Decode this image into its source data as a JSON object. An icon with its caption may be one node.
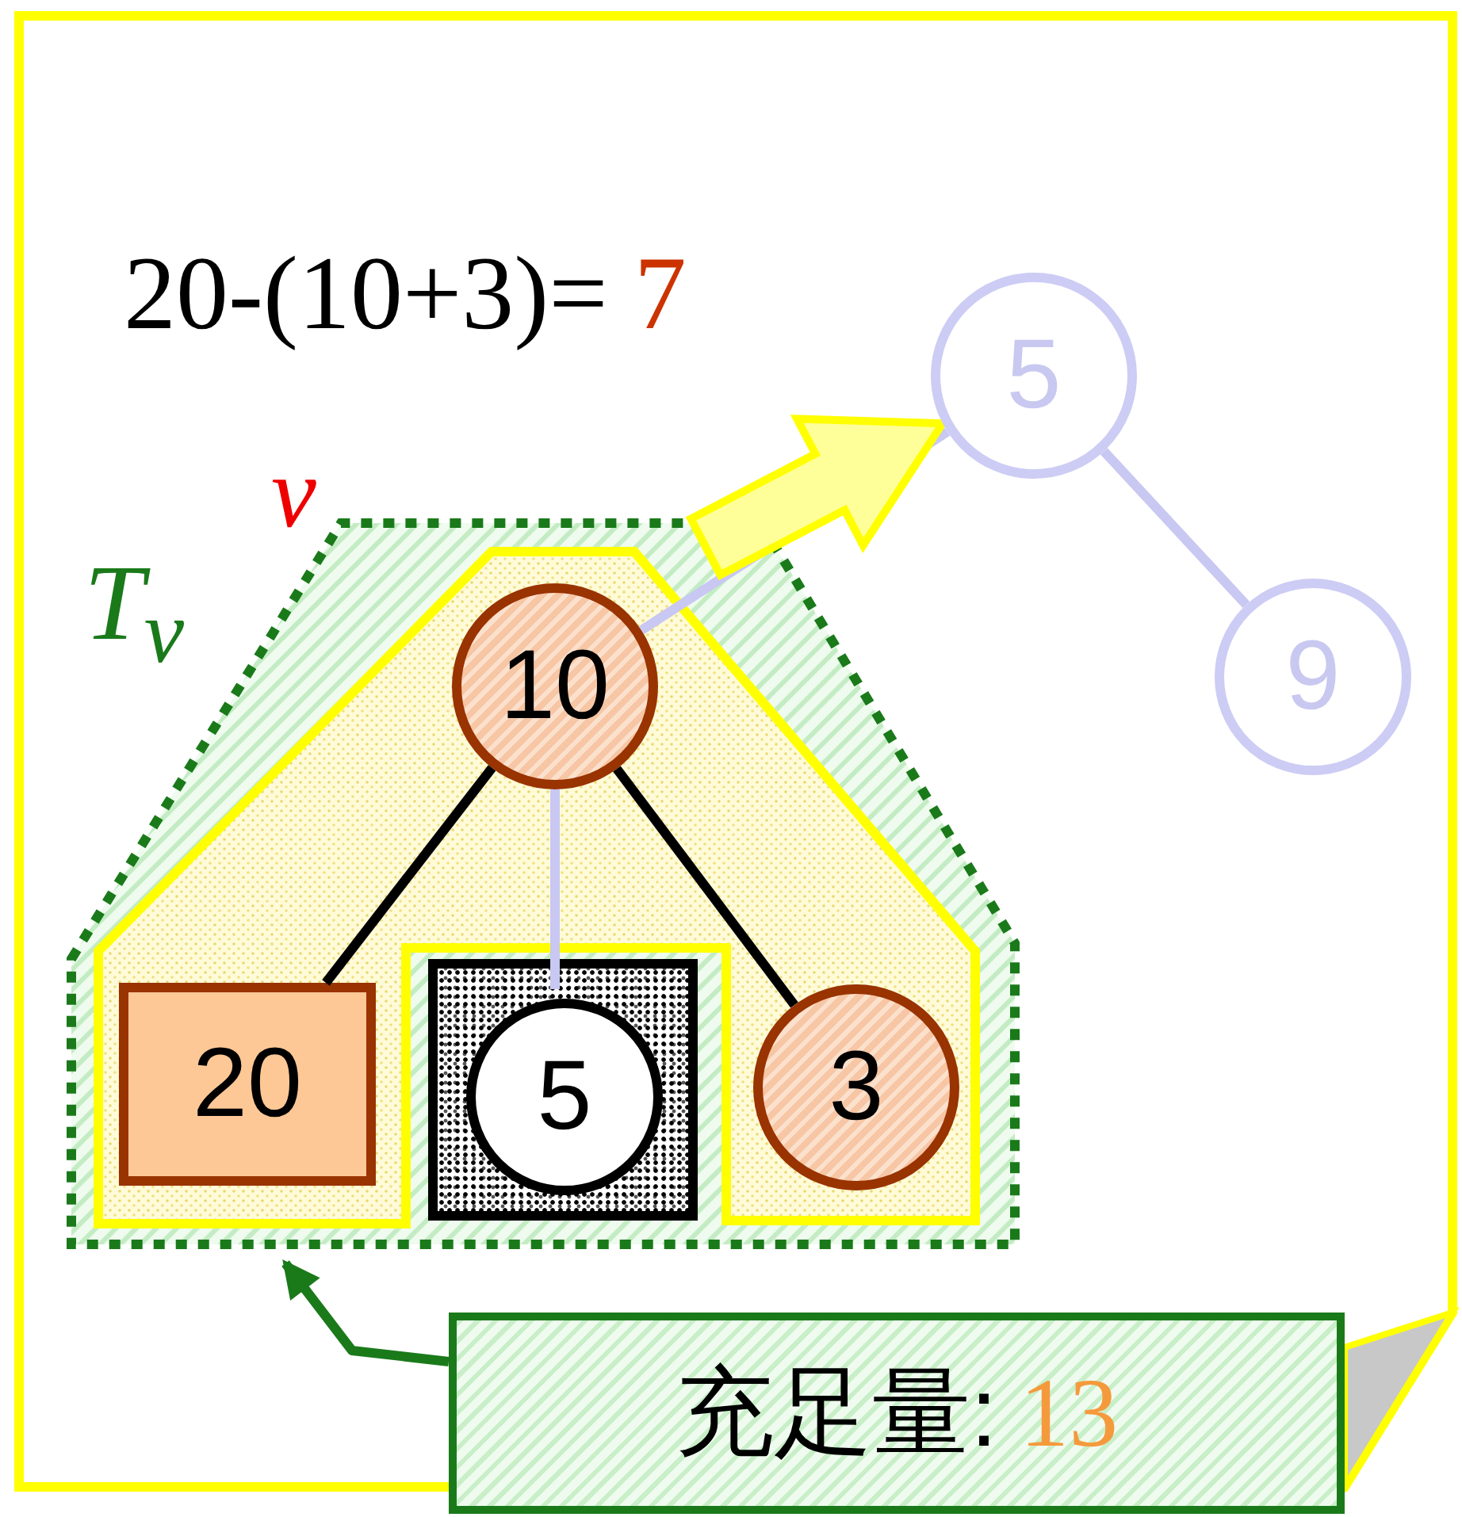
{
  "diagram": {
    "nodes": [
      {
        "text": [
          "T$_{v}$"
        ]
      },
      {
        "text": [],
        "shape": "box",
        "in": 0
      },
      {
        "text": [
          "10"
        ],
        "beside": [
          "v"
        ],
        "in": 1
      },
      {
        "text": [
          "20"
        ],
        "in": 1
      },
      {
        "text": [],
        "shape": "box",
        "in": 0
      },
      {
        "text": [
          "5"
        ],
        "in": 4
      },
      {
        "text": [
          "3"
        ],
        "in": 1
      },
      {
        "text": [
          "5"
        ]
      },
      {
        "text": [
          "9"
        ]
      },
      {
        "text": [
          "充足量:",
          "13"
        ]
      }
    ],
    "edges": [
      {
        "from": 2,
        "to": 3,
        "arrow": "none",
        "color": "#000000"
      },
      {
        "from": 2,
        "to": 5,
        "arrow": "none",
        "color": "#c8c8f2"
      },
      {
        "from": 2,
        "to": 6,
        "arrow": "none",
        "color": "#000000"
      },
      {
        "from": 2,
        "to": 7,
        "arrow": "none",
        "color": "#c8c8f2"
      },
      {
        "from": 7,
        "to": 8,
        "arrow": "none",
        "color": "#c8c8f2"
      },
      {
        "from": 0,
        "to": 7,
        "arrow": "to",
        "style": "thick",
        "color": "#ffff00"
      },
      {
        "from": 9,
        "to": 0,
        "arrow": "to",
        "color": "#1a7a1a"
      }
    ],
    "labels": [
      "20-(10+3)=",
      "7"
    ]
  }
}
